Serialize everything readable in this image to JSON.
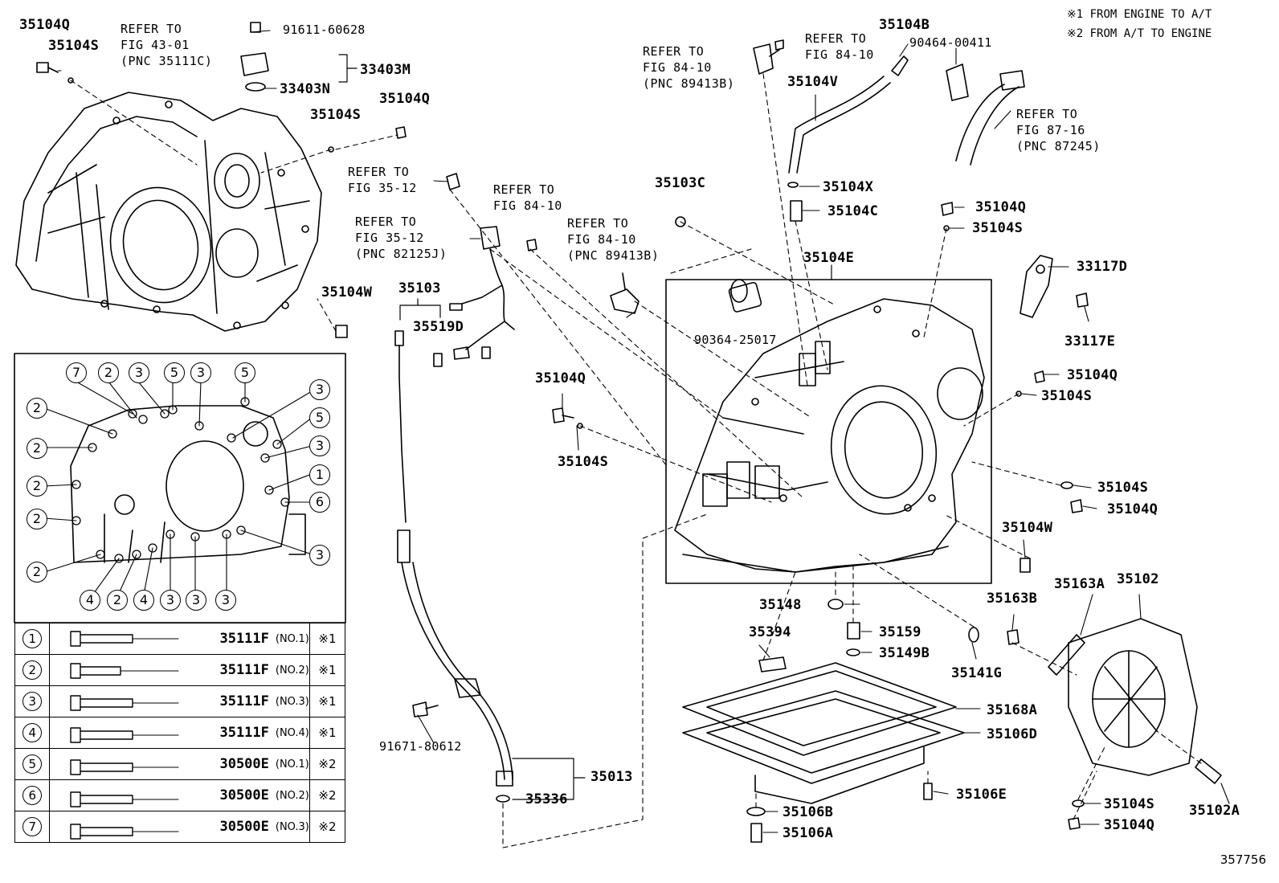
{
  "notes": {
    "n1": "※1 FROM ENGINE TO A/T",
    "n2": "※2 FROM A/T TO ENGINE"
  },
  "refs": {
    "r1": "REFER TO\nFIG 43-01\n(PNC 35111C)",
    "r2": "REFER TO\nFIG 35-12",
    "r3": "REFER TO\nFIG 35-12\n(PNC 82125J)",
    "r4": "REFER TO\nFIG 84-10",
    "r5": "REFER TO\nFIG 84-10\n(PNC 89413B)",
    "r6": "REFER TO\nFIG 84-10\n(PNC 89413B)",
    "r7": "REFER TO\nFIG 84-10",
    "r8": "REFER TO\nFIG 87-16\n(PNC 87245)"
  },
  "parts": {
    "p1": "35104Q",
    "p2": "35104S",
    "p3": "91611-60628",
    "p4": "33403M",
    "p5": "33403N",
    "p6": "35104Q",
    "p7": "35104S",
    "p8": "35104W",
    "p9": "35104B",
    "p10": "90464-00411",
    "p11": "35104V",
    "p12": "35103C",
    "p13": "35104X",
    "p14": "35104C",
    "p15": "35104Q",
    "p16": "35104S",
    "p17": "35104E",
    "p18": "33117D",
    "p19": "33117E",
    "p20": "35103",
    "p21": "35519D",
    "p22": "90364-25017",
    "p23": "35104Q",
    "p24": "35104S",
    "p25": "35104Q",
    "p26": "35104S",
    "p27": "35104S",
    "p28": "35104Q",
    "p29": "35104W",
    "p30": "35163B",
    "p31": "35163A",
    "p32": "35102",
    "p33": "35148",
    "p34": "35159",
    "p35": "35394",
    "p36": "35149B",
    "p37": "35141G",
    "p38": "35168A",
    "p39": "35106D",
    "p40": "91671-80612",
    "p41": "35013",
    "p42": "35336",
    "p43": "35106E",
    "p44": "35106B",
    "p45": "35106A",
    "p46": "35104S",
    "p47": "35102A",
    "p48": "35104Q"
  },
  "bolt_labels": [
    "1",
    "2",
    "3",
    "4",
    "5",
    "6",
    "7"
  ],
  "bolt_table": [
    {
      "no": "1",
      "part": "35111F",
      "spec": "(NO.1)",
      "dir": "※1"
    },
    {
      "no": "2",
      "part": "35111F",
      "spec": "(NO.2)",
      "dir": "※1"
    },
    {
      "no": "3",
      "part": "35111F",
      "spec": "(NO.3)",
      "dir": "※1"
    },
    {
      "no": "4",
      "part": "35111F",
      "spec": "(NO.4)",
      "dir": "※1"
    },
    {
      "no": "5",
      "part": "30500E",
      "spec": "(NO.1)",
      "dir": "※2"
    },
    {
      "no": "6",
      "part": "30500E",
      "spec": "(NO.2)",
      "dir": "※2"
    },
    {
      "no": "7",
      "part": "30500E",
      "spec": "(NO.3)",
      "dir": "※2"
    }
  ],
  "figure_id": "357756"
}
